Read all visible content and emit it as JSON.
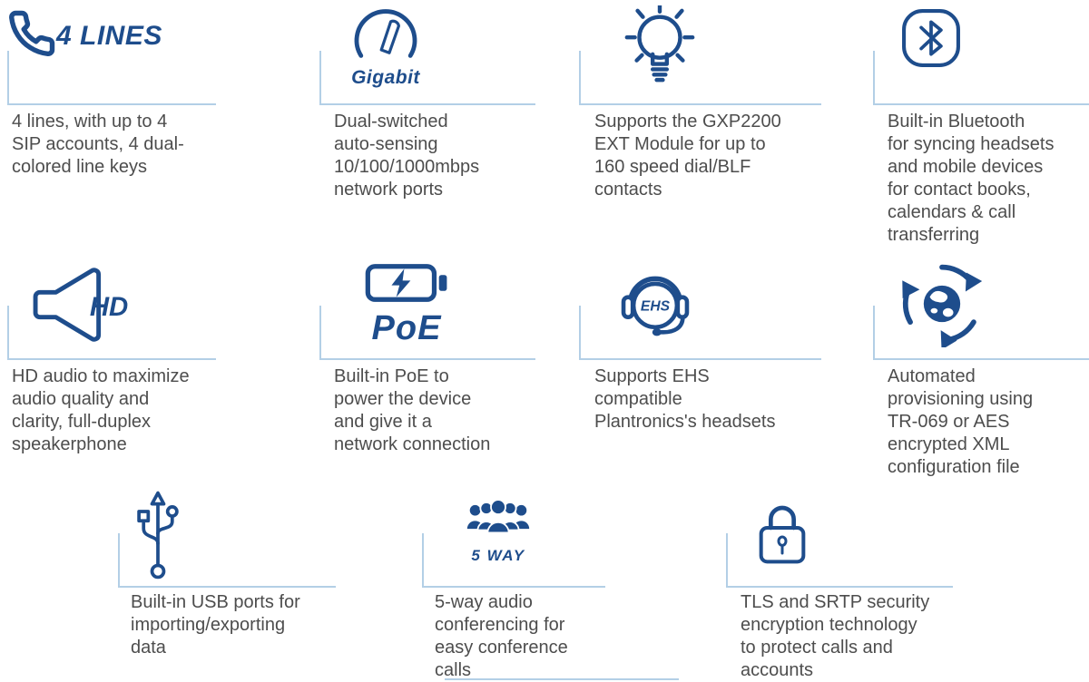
{
  "colors": {
    "icon_blue": "#1e4d8c",
    "accent_line_blue": "#b3cfe6",
    "text_gray": "#4d4d4d"
  },
  "features": [
    {
      "name": "4-lines",
      "icon": "phone-icon",
      "label": "4 LINES",
      "text": "4 lines, with up to 4\nSIP accounts, 4 dual-\ncolored line keys"
    },
    {
      "name": "gigabit",
      "icon": "speedometer-icon",
      "label": "Gigabit",
      "text": "Dual-switched\nauto-sensing\n10/100/1000mbps\nnetwork ports"
    },
    {
      "name": "ext-module",
      "icon": "lightbulb-icon",
      "label": "",
      "text": "Supports the GXP2200\nEXT Module for up to\n160 speed dial/BLF\ncontacts"
    },
    {
      "name": "bluetooth",
      "icon": "bluetooth-icon",
      "label": "",
      "text": "Built-in Bluetooth\nfor syncing headsets\nand mobile devices\nfor contact books,\ncalendars & call\ntransferring"
    },
    {
      "name": "hd-audio",
      "icon": "speaker-icon",
      "label": "HD",
      "text": "HD audio to maximize\naudio quality and\nclarity, full-duplex\nspeakerphone"
    },
    {
      "name": "poe",
      "icon": "battery-icon",
      "label": "PoE",
      "text": "Built-in PoE to\npower the device\nand give it a\nnetwork connection"
    },
    {
      "name": "ehs",
      "icon": "headset-icon",
      "label": "EHS",
      "text": "Supports EHS\ncompatible\nPlantronics's headsets"
    },
    {
      "name": "provisioning",
      "icon": "globe-sync-icon",
      "label": "",
      "text": "Automated\nprovisioning using\nTR-069 or AES\nencrypted XML\nconfiguration file"
    },
    {
      "name": "usb",
      "icon": "usb-icon",
      "label": "",
      "text": "Built-in USB ports for\nimporting/exporting\ndata"
    },
    {
      "name": "5-way",
      "icon": "conference-icon",
      "label": "5 WAY",
      "text": "5-way audio\nconferencing for\neasy conference\ncalls"
    },
    {
      "name": "security",
      "icon": "padlock-icon",
      "label": "",
      "text": "TLS and SRTP security\nencryption technology\nto protect calls and\naccounts"
    }
  ]
}
